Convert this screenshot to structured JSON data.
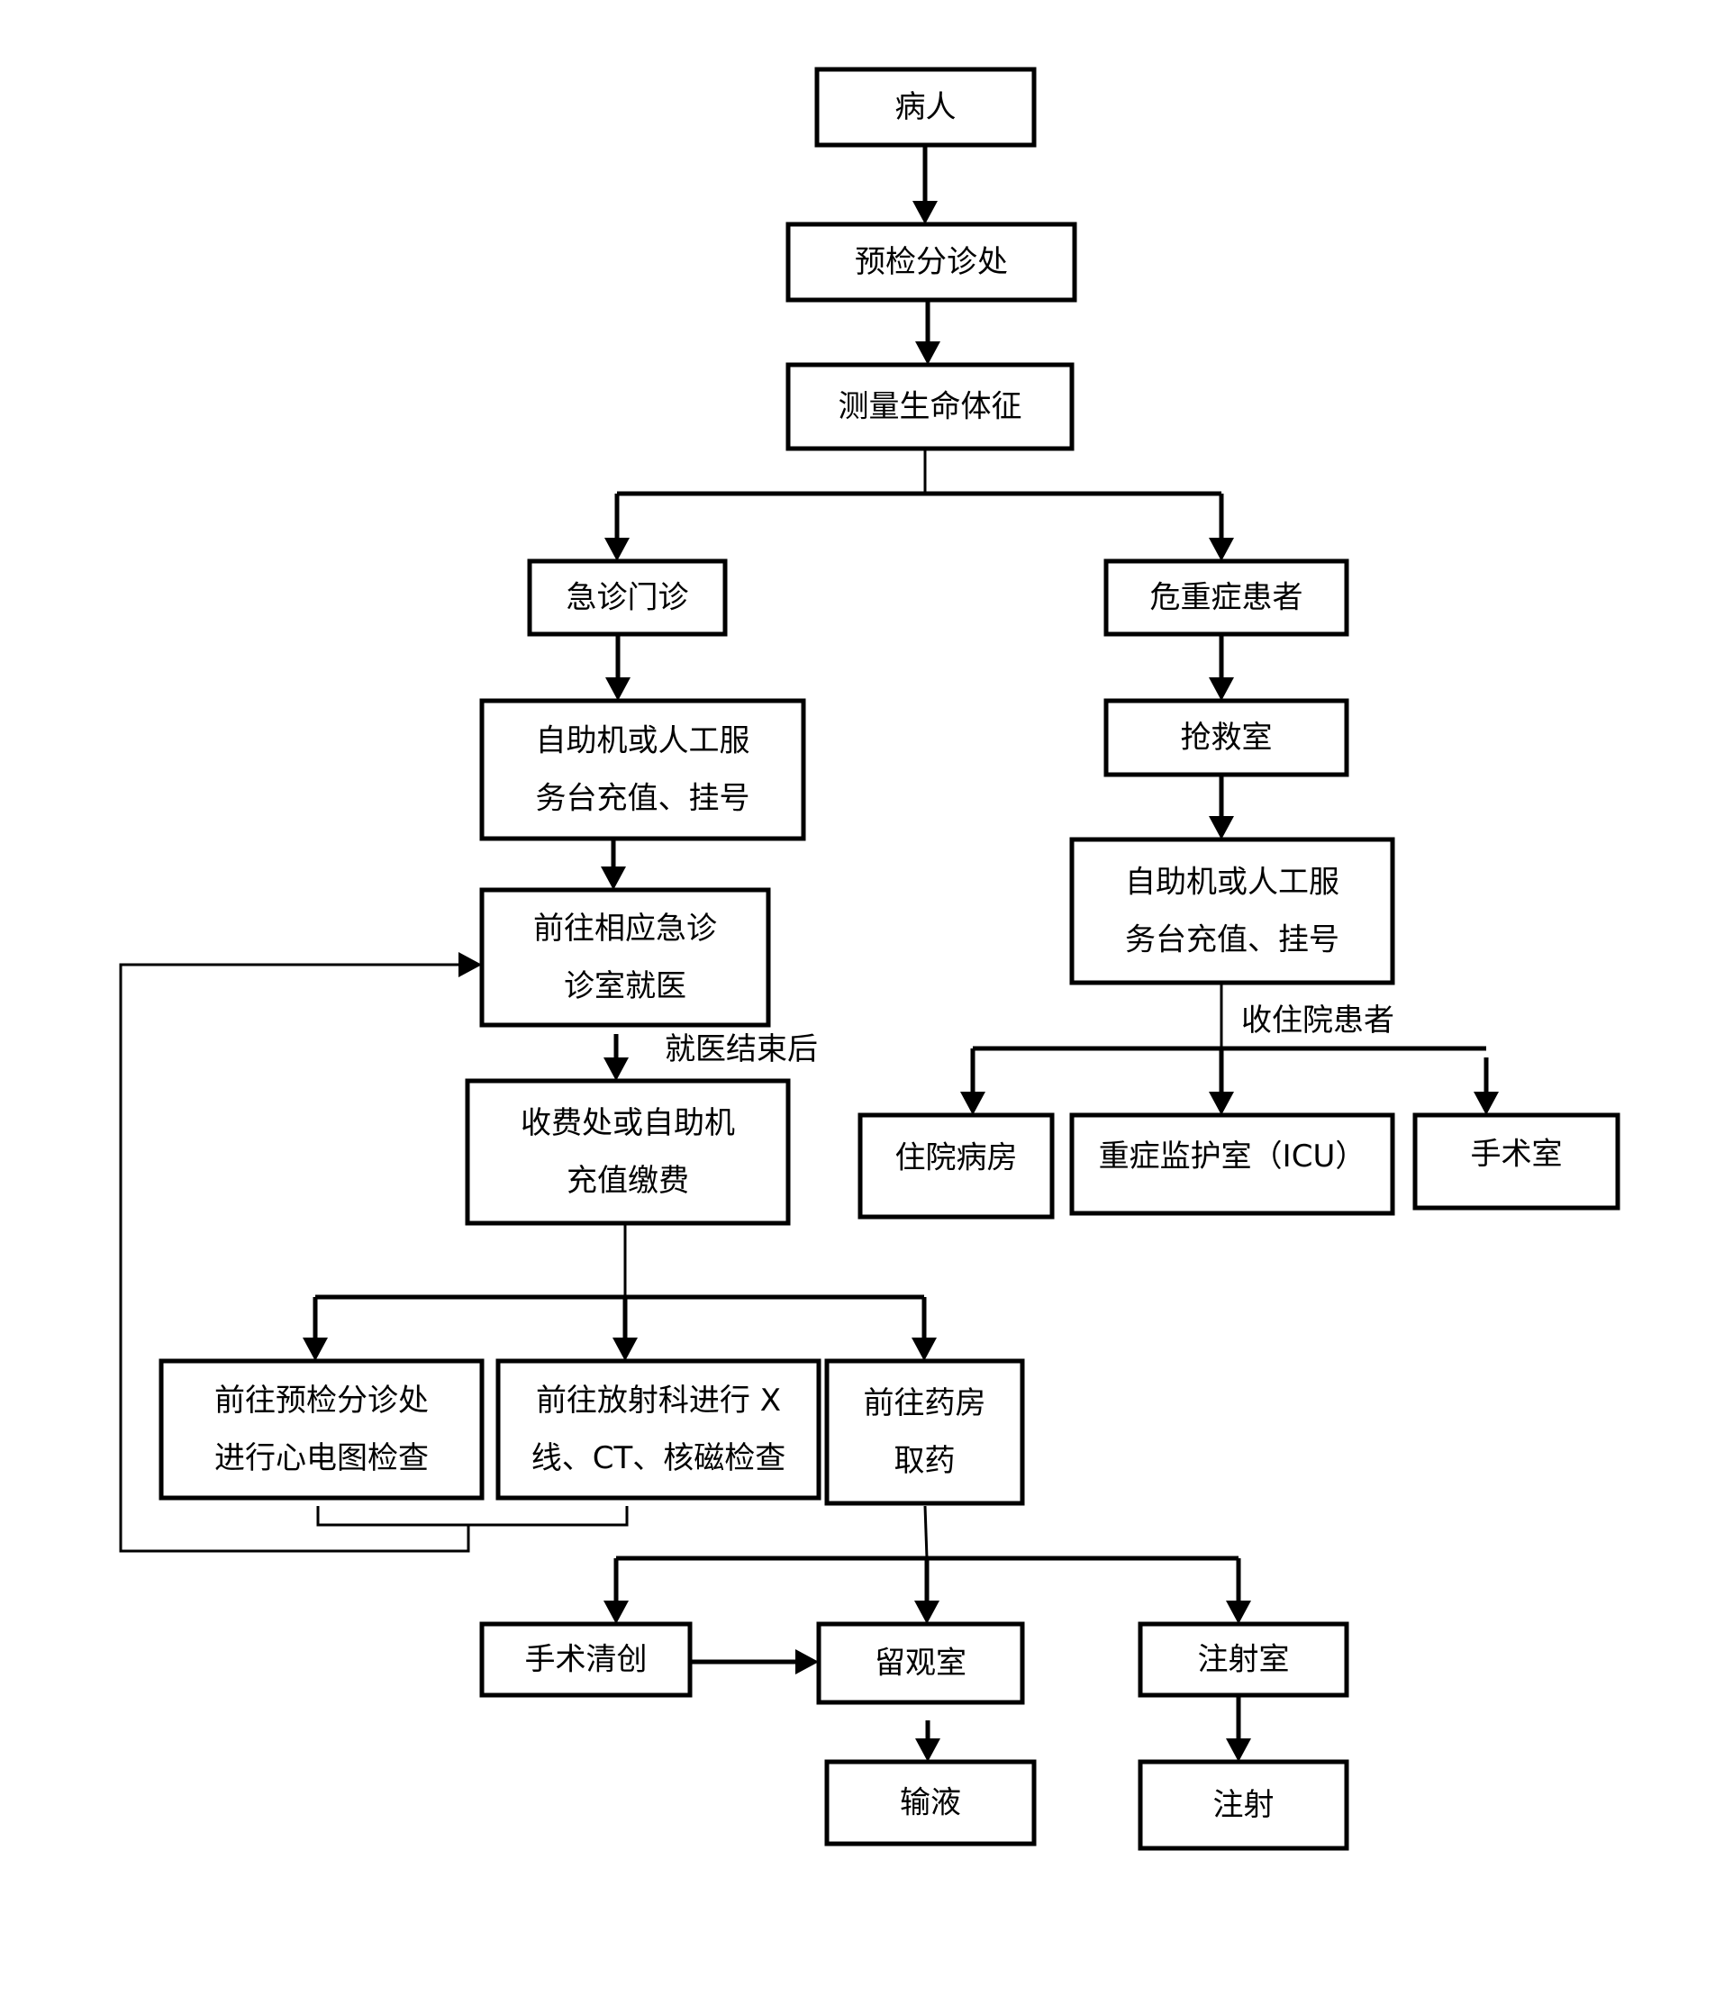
{
  "diagram": {
    "title": "",
    "nodes": {
      "patient": {
        "lines": [
          "病人"
        ]
      },
      "triage": {
        "lines": [
          "预检分诊处"
        ]
      },
      "vitals": {
        "lines": [
          "测量生命体征"
        ]
      },
      "emergency_outpatient": {
        "lines": [
          "急诊门诊"
        ]
      },
      "critical_patient": {
        "lines": [
          "危重症患者"
        ]
      },
      "register_left": {
        "lines": [
          "自助机或人工服",
          "务台充值、挂号"
        ]
      },
      "rescue_room": {
        "lines": [
          "抢救室"
        ]
      },
      "register_right": {
        "lines": [
          "自助机或人工服",
          "务台充值、挂号"
        ]
      },
      "consult_room": {
        "lines": [
          "前往相应急诊",
          "诊室就医"
        ]
      },
      "payment": {
        "lines": [
          "收费处或自助机",
          "充值缴费"
        ]
      },
      "ward": {
        "lines": [
          "住院病房"
        ]
      },
      "icu": {
        "lines": [
          "重症监护室（ICU）"
        ]
      },
      "operating_room": {
        "lines": [
          "手术室"
        ]
      },
      "ecg": {
        "lines": [
          "前往预检分诊处",
          "进行心电图检查"
        ]
      },
      "radiology": {
        "lines": [
          "前往放射科进行 X",
          "线、CT、核磁检查"
        ]
      },
      "pharmacy": {
        "lines": [
          "前往药房",
          "取药"
        ]
      },
      "debridement": {
        "lines": [
          "手术清创"
        ]
      },
      "observation": {
        "lines": [
          "留观室"
        ]
      },
      "injection_room": {
        "lines": [
          "注射室"
        ]
      },
      "infusion": {
        "lines": [
          "输液"
        ]
      },
      "injection": {
        "lines": [
          "注射"
        ]
      }
    },
    "edge_labels": {
      "after_consult": "就医结束后",
      "admit": "收住院患者"
    },
    "edges": [
      [
        "patient",
        "triage"
      ],
      [
        "triage",
        "vitals"
      ],
      [
        "vitals",
        "emergency_outpatient"
      ],
      [
        "vitals",
        "critical_patient"
      ],
      [
        "emergency_outpatient",
        "register_left"
      ],
      [
        "register_left",
        "consult_room"
      ],
      [
        "consult_room",
        "payment"
      ],
      [
        "payment",
        "ecg"
      ],
      [
        "payment",
        "radiology"
      ],
      [
        "payment",
        "pharmacy"
      ],
      [
        "ecg",
        "consult_room"
      ],
      [
        "radiology",
        "consult_room"
      ],
      [
        "pharmacy",
        "debridement"
      ],
      [
        "pharmacy",
        "observation"
      ],
      [
        "pharmacy",
        "injection_room"
      ],
      [
        "debridement",
        "observation"
      ],
      [
        "observation",
        "infusion"
      ],
      [
        "injection_room",
        "injection"
      ],
      [
        "critical_patient",
        "rescue_room"
      ],
      [
        "rescue_room",
        "register_right"
      ],
      [
        "register_right",
        "ward"
      ],
      [
        "register_right",
        "icu"
      ],
      [
        "register_right",
        "operating_room"
      ]
    ]
  }
}
